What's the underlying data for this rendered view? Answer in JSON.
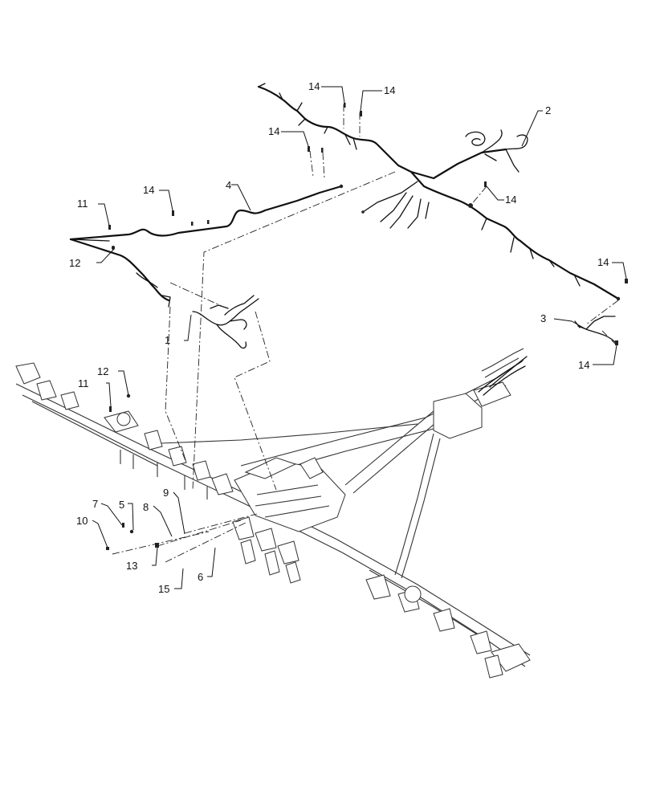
{
  "callouts": [
    {
      "id": "c1",
      "text": "1"
    },
    {
      "id": "c2",
      "text": "2"
    },
    {
      "id": "c3",
      "text": "3"
    },
    {
      "id": "c4",
      "text": "4"
    },
    {
      "id": "c5",
      "text": "5"
    },
    {
      "id": "c6",
      "text": "6"
    },
    {
      "id": "c7",
      "text": "7"
    },
    {
      "id": "c8",
      "text": "8"
    },
    {
      "id": "c9",
      "text": "9"
    },
    {
      "id": "c10",
      "text": "10"
    },
    {
      "id": "c11a",
      "text": "11"
    },
    {
      "id": "c11b",
      "text": "11"
    },
    {
      "id": "c12a",
      "text": "12"
    },
    {
      "id": "c12b",
      "text": "12"
    },
    {
      "id": "c13",
      "text": "13"
    },
    {
      "id": "c14a",
      "text": "14"
    },
    {
      "id": "c14b",
      "text": "14"
    },
    {
      "id": "c14c",
      "text": "14"
    },
    {
      "id": "c14d",
      "text": "14"
    },
    {
      "id": "c14e",
      "text": "14"
    },
    {
      "id": "c14f",
      "text": "14"
    },
    {
      "id": "c14g",
      "text": "14"
    },
    {
      "id": "c15",
      "text": "15"
    }
  ]
}
